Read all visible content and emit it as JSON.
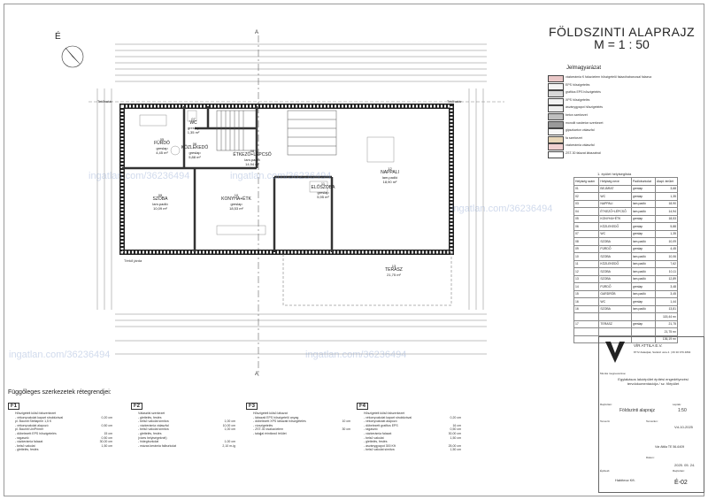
{
  "sheet": {
    "title": "FÖLDSZINTI ALAPRAJZ",
    "scale": "M = 1 : 50",
    "north_label": "É"
  },
  "sections": {
    "top": "A",
    "bottom": "A"
  },
  "rooms": [
    {
      "num": "05",
      "name": "FÜRDŐ",
      "floor": "greslap",
      "area": "4,45 m²"
    },
    {
      "num": "06",
      "name": "KÖZLEKEDŐ",
      "floor": "greslap",
      "area": "5,88 m²"
    },
    {
      "num": "07",
      "name": "WC",
      "floor": "greslap",
      "area": "1,35 m²"
    },
    {
      "num": "08",
      "name": "ÉTKEZŐ+LÉPCSŐ",
      "floor": "lam.padló",
      "area": "14,94 m²"
    },
    {
      "num": "09",
      "name": "SZOBA",
      "floor": "lam.padló",
      "area": "10,09 m²"
    },
    {
      "num": "10",
      "name": "KONYHA+ÉTK",
      "floor": "greslap",
      "area": "18,53 m²"
    },
    {
      "num": "11",
      "name": "ELŐSZOBA",
      "floor": "greslap",
      "area": "5,95 m²"
    },
    {
      "num": "12",
      "name": "NAPPALI",
      "floor": "lam.padló",
      "area": "18,90 m²"
    },
    {
      "num": "13",
      "name": "TERASZ",
      "floor": "",
      "area": "21,75 m²"
    }
  ],
  "plan_labels": {
    "terrace_left": "Tetőhatár",
    "terrace_right": "Tetőhatár",
    "front_label": "Térkő járda"
  },
  "legend": {
    "title": "Jelmagyarázat",
    "items": [
      {
        "label": "vázkerámia K falazóelem hőszigetelő falazóhabarccsal falazva",
        "color": "#e9c7c7"
      },
      {
        "label": "EPS hőszigetelés",
        "color": "#f3f3f3"
      },
      {
        "label": "grafitos EPS hőszigetelés",
        "color": "#d8d8d8"
      },
      {
        "label": "XPS hőszigetelés",
        "color": "#f1f1f1"
      },
      {
        "label": "ásványgyapot hőszigetelés",
        "color": "#ececec"
      },
      {
        "label": "beton szerkezet",
        "color": "#bfbfbf"
      },
      {
        "label": "monolit vasbeton szerkezet",
        "color": "#9a9a9a"
      },
      {
        "label": "gipszkarton válaszfal",
        "color": "#f7f7f7"
      },
      {
        "label": "fa szerkezet",
        "color": "#e8d6b8"
      },
      {
        "label": "vázkerámia válaszfal",
        "color": "#f0d0d0"
      },
      {
        "label": "ZST-30 falazat lábazatnál",
        "color": "#ffffff"
      }
    ]
  },
  "room_table": {
    "caption": "1. épület helyiséglista",
    "headers": [
      "Helyiség szám",
      "Helyiség neve",
      "Padlóburkolat",
      "Alapt. terület"
    ],
    "rows": [
      [
        "01",
        "BEJÁRAT",
        "greslap",
        "3,68"
      ],
      [
        "02",
        "WC",
        "greslap",
        "1,35"
      ],
      [
        "03",
        "NAPPALI",
        "lam.padló",
        "18,90"
      ],
      [
        "04",
        "ÉTKEZŐ+LÉPCSŐ",
        "lam.padló",
        "14,94"
      ],
      [
        "05",
        "KONYHA+ÉTK",
        "greslap",
        "18,53"
      ],
      [
        "06",
        "KÖZLEKEDŐ",
        "greslap",
        "5,88"
      ],
      [
        "07",
        "WC",
        "greslap",
        "1,35"
      ],
      [
        "08",
        "SZOBA",
        "lam.padló",
        "10,09"
      ],
      [
        "09",
        "FÜRDŐ",
        "greslap",
        "4,45"
      ],
      [
        "10",
        "SZOBA",
        "lam.padló",
        "10,06"
      ],
      [
        "11",
        "KÖZLEKEDŐ",
        "lam.padló",
        "7,62"
      ],
      [
        "12",
        "SZOBA",
        "lam.padló",
        "10,11"
      ],
      [
        "13",
        "SZOBA",
        "lam.padló",
        "12,89"
      ],
      [
        "14",
        "FÜRDŐ",
        "greslap",
        "3,48"
      ],
      [
        "15",
        "GARDRÓB",
        "lam.padló",
        "3,45"
      ],
      [
        "16",
        "WC",
        "greslap",
        "1,44"
      ],
      [
        "16",
        "SZOBA",
        "lam.padló",
        "13,81"
      ],
      [
        "",
        "",
        "",
        "115,44 m²"
      ],
      [
        "17",
        "TERASZ",
        "greslap",
        "21,75"
      ],
      [
        "",
        "",
        "",
        "21,75 m²"
      ],
      [
        "",
        "",
        "",
        "136,19 m²"
      ]
    ]
  },
  "title_block": {
    "company": "VÍR ATTILA E.V.",
    "company_addr": "8772 Zalaújlak, Sárközi utca 4. | 06 30 979 4894",
    "project_label": "Munka megnevezése:",
    "project": "Egylakásos lakóépület építési engedélyezési tervdokumentációja / sz. főépület",
    "drawing_label": "Rajzszám:",
    "drawing": "Földszinti alaprajz",
    "scale_label": "Lépték:",
    "scale": "1:50",
    "number_label": "Tervszám:",
    "number": "Vd-10-2025",
    "design_label": "Tervező:",
    "design": "Vár Attila TE 56-6409",
    "date_label": "Dátum:",
    "date": "2025. 05. 24.",
    "owner_label": "Építtető:",
    "owner": "Habitecz Kft.",
    "sheet_label": "Rajzszám:",
    "sheet": "É-02"
  },
  "structures": {
    "heading": "Függőleges szerkezetek rétegrendjei:",
    "boxes": [
      {
        "code": "F1",
        "title": "Hőszigetelt külső falszerkezet",
        "lines": [
          [
            "- vékonyvakolat kapart struktúrával",
            "0,20 cm"
          ],
          [
            "   pl. Baumit Stellaprim 1,5 K",
            ""
          ],
          [
            "- vékonyvakolat alapozó",
            "0,50 cm"
          ],
          [
            "   pl. Baumit UniPrimer",
            ""
          ],
          [
            "- dübelezett EPS hőszigetelés",
            "15 cm"
          ],
          [
            "- ragasztó",
            "0,50 cm"
          ],
          [
            "- vázkerámia falazat",
            "30,00 cm"
          ],
          [
            "- belső vakolat",
            "1,50 cm"
          ],
          [
            "- glettelés, festés",
            ""
          ]
        ]
      },
      {
        "code": "F2",
        "title": "Válaszfal szerkezet",
        "lines": [
          [
            "- glettelés, festés",
            ""
          ],
          [
            "- belső vakolat simítva",
            "1,00 cm"
          ],
          [
            "- vázkerámia válaszfal",
            "10,00 cm"
          ],
          [
            "- belső vakolat simítva",
            "1,00 cm"
          ],
          [
            "- glettelés, festés",
            ""
          ],
          [
            "(vizes helyiségeknél)",
            ""
          ],
          [
            "- hidegburkolat",
            "1,00 cm"
          ],
          [
            "- mázas kerámia falburkolat",
            "2,10 m-ig"
          ]
        ]
      },
      {
        "code": "F3",
        "title": "Hőszigetelt külső lábazat",
        "lines": [
          [
            "- lábazati EPS hőszigetelő anyag",
            ""
          ],
          [
            "- dübelezett XPS lábazati hőszigetelés",
            "10 cm"
          ],
          [
            "- vízszigetelés",
            ""
          ],
          [
            "- ZST-30 zsaluzóelem",
            "30 cm"
          ],
          [
            "- talajjal érintkező felület",
            ""
          ]
        ]
      },
      {
        "code": "F4",
        "title": "Hőszigetelt külső falszerkezet",
        "lines": [
          [
            "- vékonyvakolat kapart struktúrával",
            "0,20 cm"
          ],
          [
            "- vékonyvakolat alapozó",
            ""
          ],
          [
            "- dübelezett grafitos EPS",
            "16 cm"
          ],
          [
            "- ragasztó",
            "0,50 cm"
          ],
          [
            "- vázkerámia falazat",
            "30,00 cm"
          ],
          [
            "- belső vakolat",
            "1,50 cm"
          ],
          [
            "- glettelés, festés",
            ""
          ],
          [
            "- ásványgyapot 300 Kft",
            "25,00 cm"
          ],
          [
            "- belső vakolat simítva",
            "1,50 cm"
          ]
        ]
      }
    ]
  },
  "watermark": "ingatlan.com/36236494"
}
